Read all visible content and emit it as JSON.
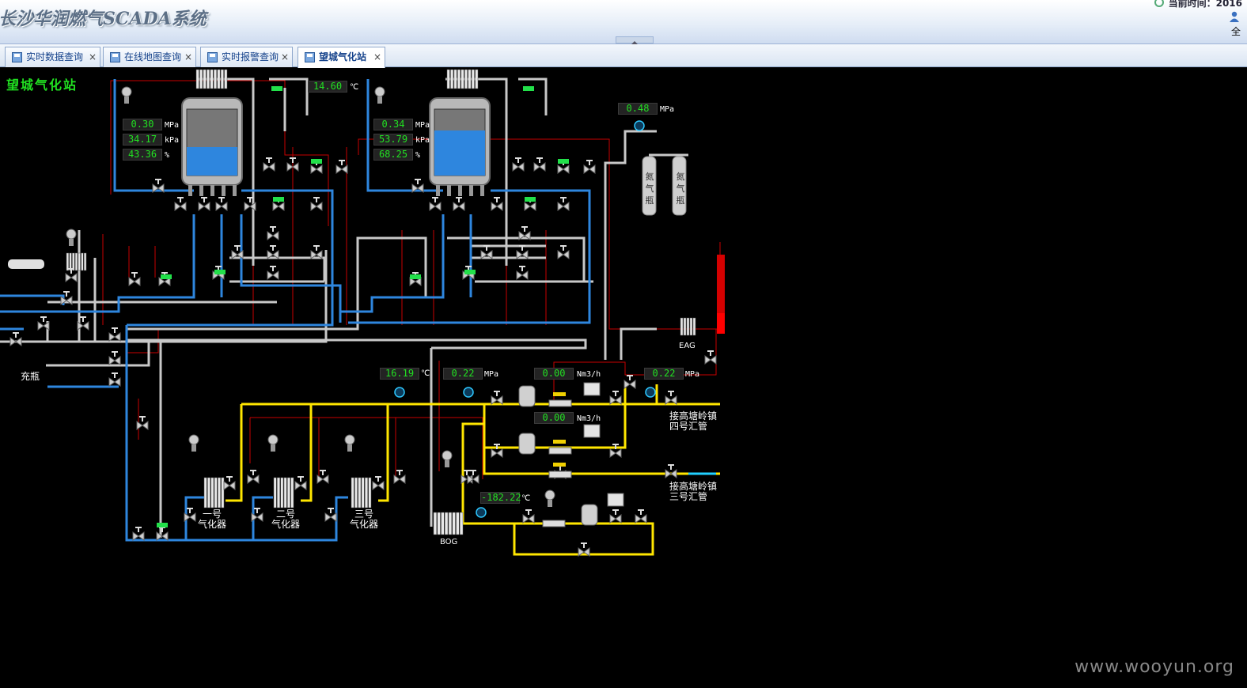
{
  "header": {
    "title": "长沙华润燃气SCADA系统",
    "clock_label": "当前时间：2016",
    "fullscreen_label": "全"
  },
  "tabs": [
    {
      "label": "实时数据查询"
    },
    {
      "label": "在线地图查询"
    },
    {
      "label": "实时报警查询"
    },
    {
      "label": "望城气化站"
    }
  ],
  "station": {
    "title": "望城气化站",
    "tank1": {
      "pressure": "0.30",
      "pressure_unit": "MPa",
      "level_kpa": "34.17",
      "level_unit": "kPa",
      "percent": "43.36",
      "percent_unit": "%",
      "fill_fraction": 0.4336
    },
    "tank2": {
      "pressure": "0.34",
      "pressure_unit": "MPa",
      "level_kpa": "53.79",
      "level_unit": "kPa",
      "percent": "68.25",
      "percent_unit": "%",
      "fill_fraction": 0.6825
    },
    "ambient_temp": {
      "value": "14.60",
      "unit": "℃"
    },
    "nitrogen_pressure": {
      "value": "0.48",
      "unit": "MPa"
    },
    "nitrogen_bottles": [
      {
        "label": "氮气瓶"
      },
      {
        "label": "氮气瓶"
      }
    ],
    "outlet_temp": {
      "value": "16.19",
      "unit": "℃"
    },
    "outlet_pressure": {
      "value": "0.22",
      "unit": "MPa"
    },
    "flow_line1": {
      "value": "0.00",
      "unit": "Nm3/h"
    },
    "flow_line2": {
      "value": "0.00",
      "unit": "Nm3/h"
    },
    "downstream_pressure": {
      "value": "0.22",
      "unit": "MPa"
    },
    "bog_temp": {
      "value": "-182.22",
      "unit": "℃"
    },
    "labels": {
      "eag": "EAG",
      "bog": "BOG",
      "filling": "充瓶",
      "vaporizer1": "一号\n气化器",
      "vaporizer2": "二号\n气化器",
      "vaporizer3": "三号\n气化器",
      "outlet4": "接高塘岭镇\n四号汇管",
      "outlet3": "接高塘岭镇\n三号汇管"
    }
  },
  "watermark": "www.wooyun.org",
  "colors": {
    "lng_pipe": "#2e86de",
    "gas_pipe": "#ffe600",
    "grey_pipe": "#c8c8c8",
    "signal_line": "#c80000",
    "display_text": "#22e022"
  }
}
